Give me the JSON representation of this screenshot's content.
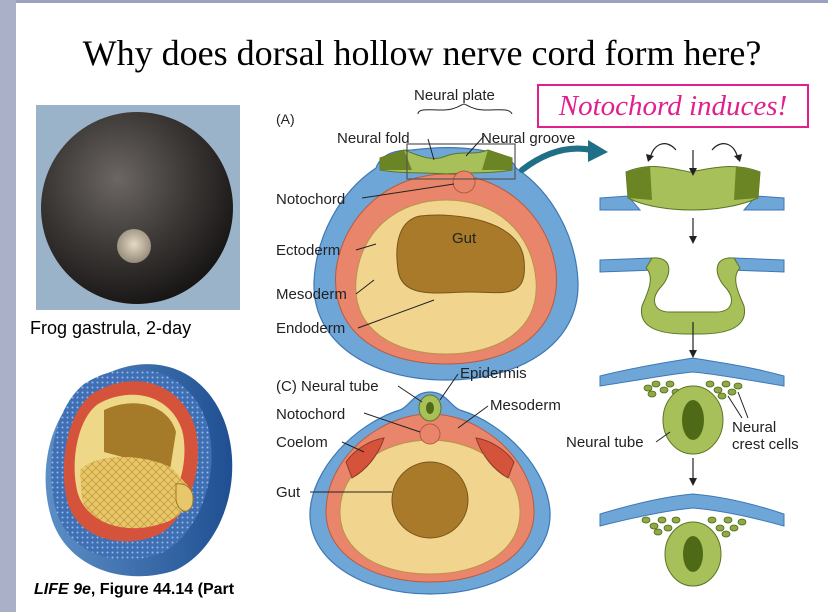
{
  "title": "Why does dorsal hollow nerve cord form here?",
  "callout": "Notochord induces!",
  "photo_caption": "Frog gastrula, 2-day",
  "source": {
    "book": "LIFE 9e",
    "rest": ", Figure 44.14 (Part"
  },
  "panel_a": {
    "letter": "(A)",
    "labels": {
      "neural_plate": "Neural plate",
      "neural_fold": "Neural fold",
      "neural_groove": "Neural groove",
      "notochord": "Notochord",
      "gut": "Gut",
      "ectoderm": "Ectoderm",
      "mesoderm": "Mesoderm",
      "endoderm": "Endoderm"
    }
  },
  "panel_c": {
    "letter_label": "(C) Neural tube",
    "labels": {
      "epidermis": "Epidermis",
      "mesoderm": "Mesoderm",
      "notochord": "Notochord",
      "coelom": "Coelom",
      "gut": "Gut"
    }
  },
  "sequence": {
    "labels": {
      "neural_tube": "Neural tube",
      "neural_crest_line1": "Neural",
      "neural_crest_line2": "crest cells"
    }
  },
  "colors": {
    "ectoderm_blue": "#6ea6d8",
    "mesoderm_salmon": "#e8856a",
    "endoderm_tan": "#f1d58e",
    "gut_brown": "#a87a2a",
    "neural_green": "#a7c05a",
    "callout_pink": "#e0208c",
    "arrow_teal": "#1f6f86"
  }
}
